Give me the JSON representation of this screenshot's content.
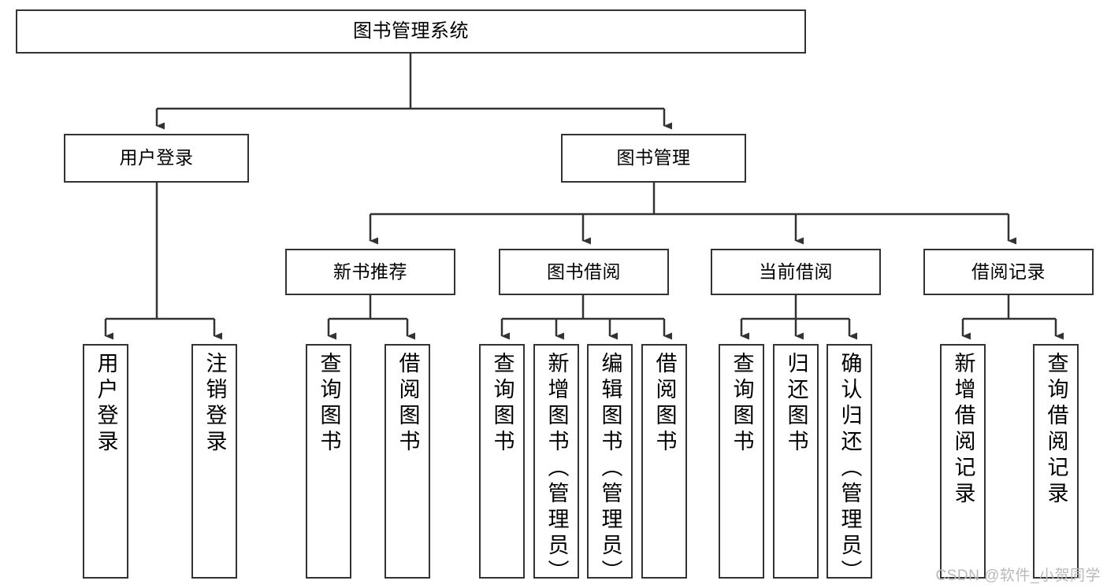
{
  "diagram": {
    "type": "tree-hierarchy",
    "title": "图书管理系统",
    "orientation": "top-down",
    "colors": {
      "box_border": "#333333",
      "box_fill": "#ffffff",
      "connector": "#333333",
      "text": "#000000",
      "watermark": "#b9b9b9"
    }
  },
  "root": {
    "label": "图书管理系统"
  },
  "level2": [
    {
      "label": "用户登录"
    },
    {
      "label": "图书管理"
    }
  ],
  "level3": [
    {
      "label": "新书推荐"
    },
    {
      "label": "图书借阅"
    },
    {
      "label": "当前借阅"
    },
    {
      "label": "借阅记录"
    }
  ],
  "leaves": {
    "user_login": [
      {
        "label": "用户登录"
      },
      {
        "label": "注销登录"
      }
    ],
    "new_book_recommend": [
      {
        "label": "查询图书"
      },
      {
        "label": "借阅图书"
      }
    ],
    "book_borrow": [
      {
        "label": "查询图书"
      },
      {
        "label": "新增图书（管理员）"
      },
      {
        "label": "编辑图书（管理员）"
      },
      {
        "label": "借阅图书"
      }
    ],
    "current_borrow": [
      {
        "label": "查询图书"
      },
      {
        "label": "归还图书"
      },
      {
        "label": "确认归还（管理员）"
      }
    ],
    "borrow_record": [
      {
        "label": "新增借阅记录"
      },
      {
        "label": "查询借阅记录"
      }
    ]
  },
  "watermark": {
    "text": "CSDN @软件_小贺同学"
  }
}
